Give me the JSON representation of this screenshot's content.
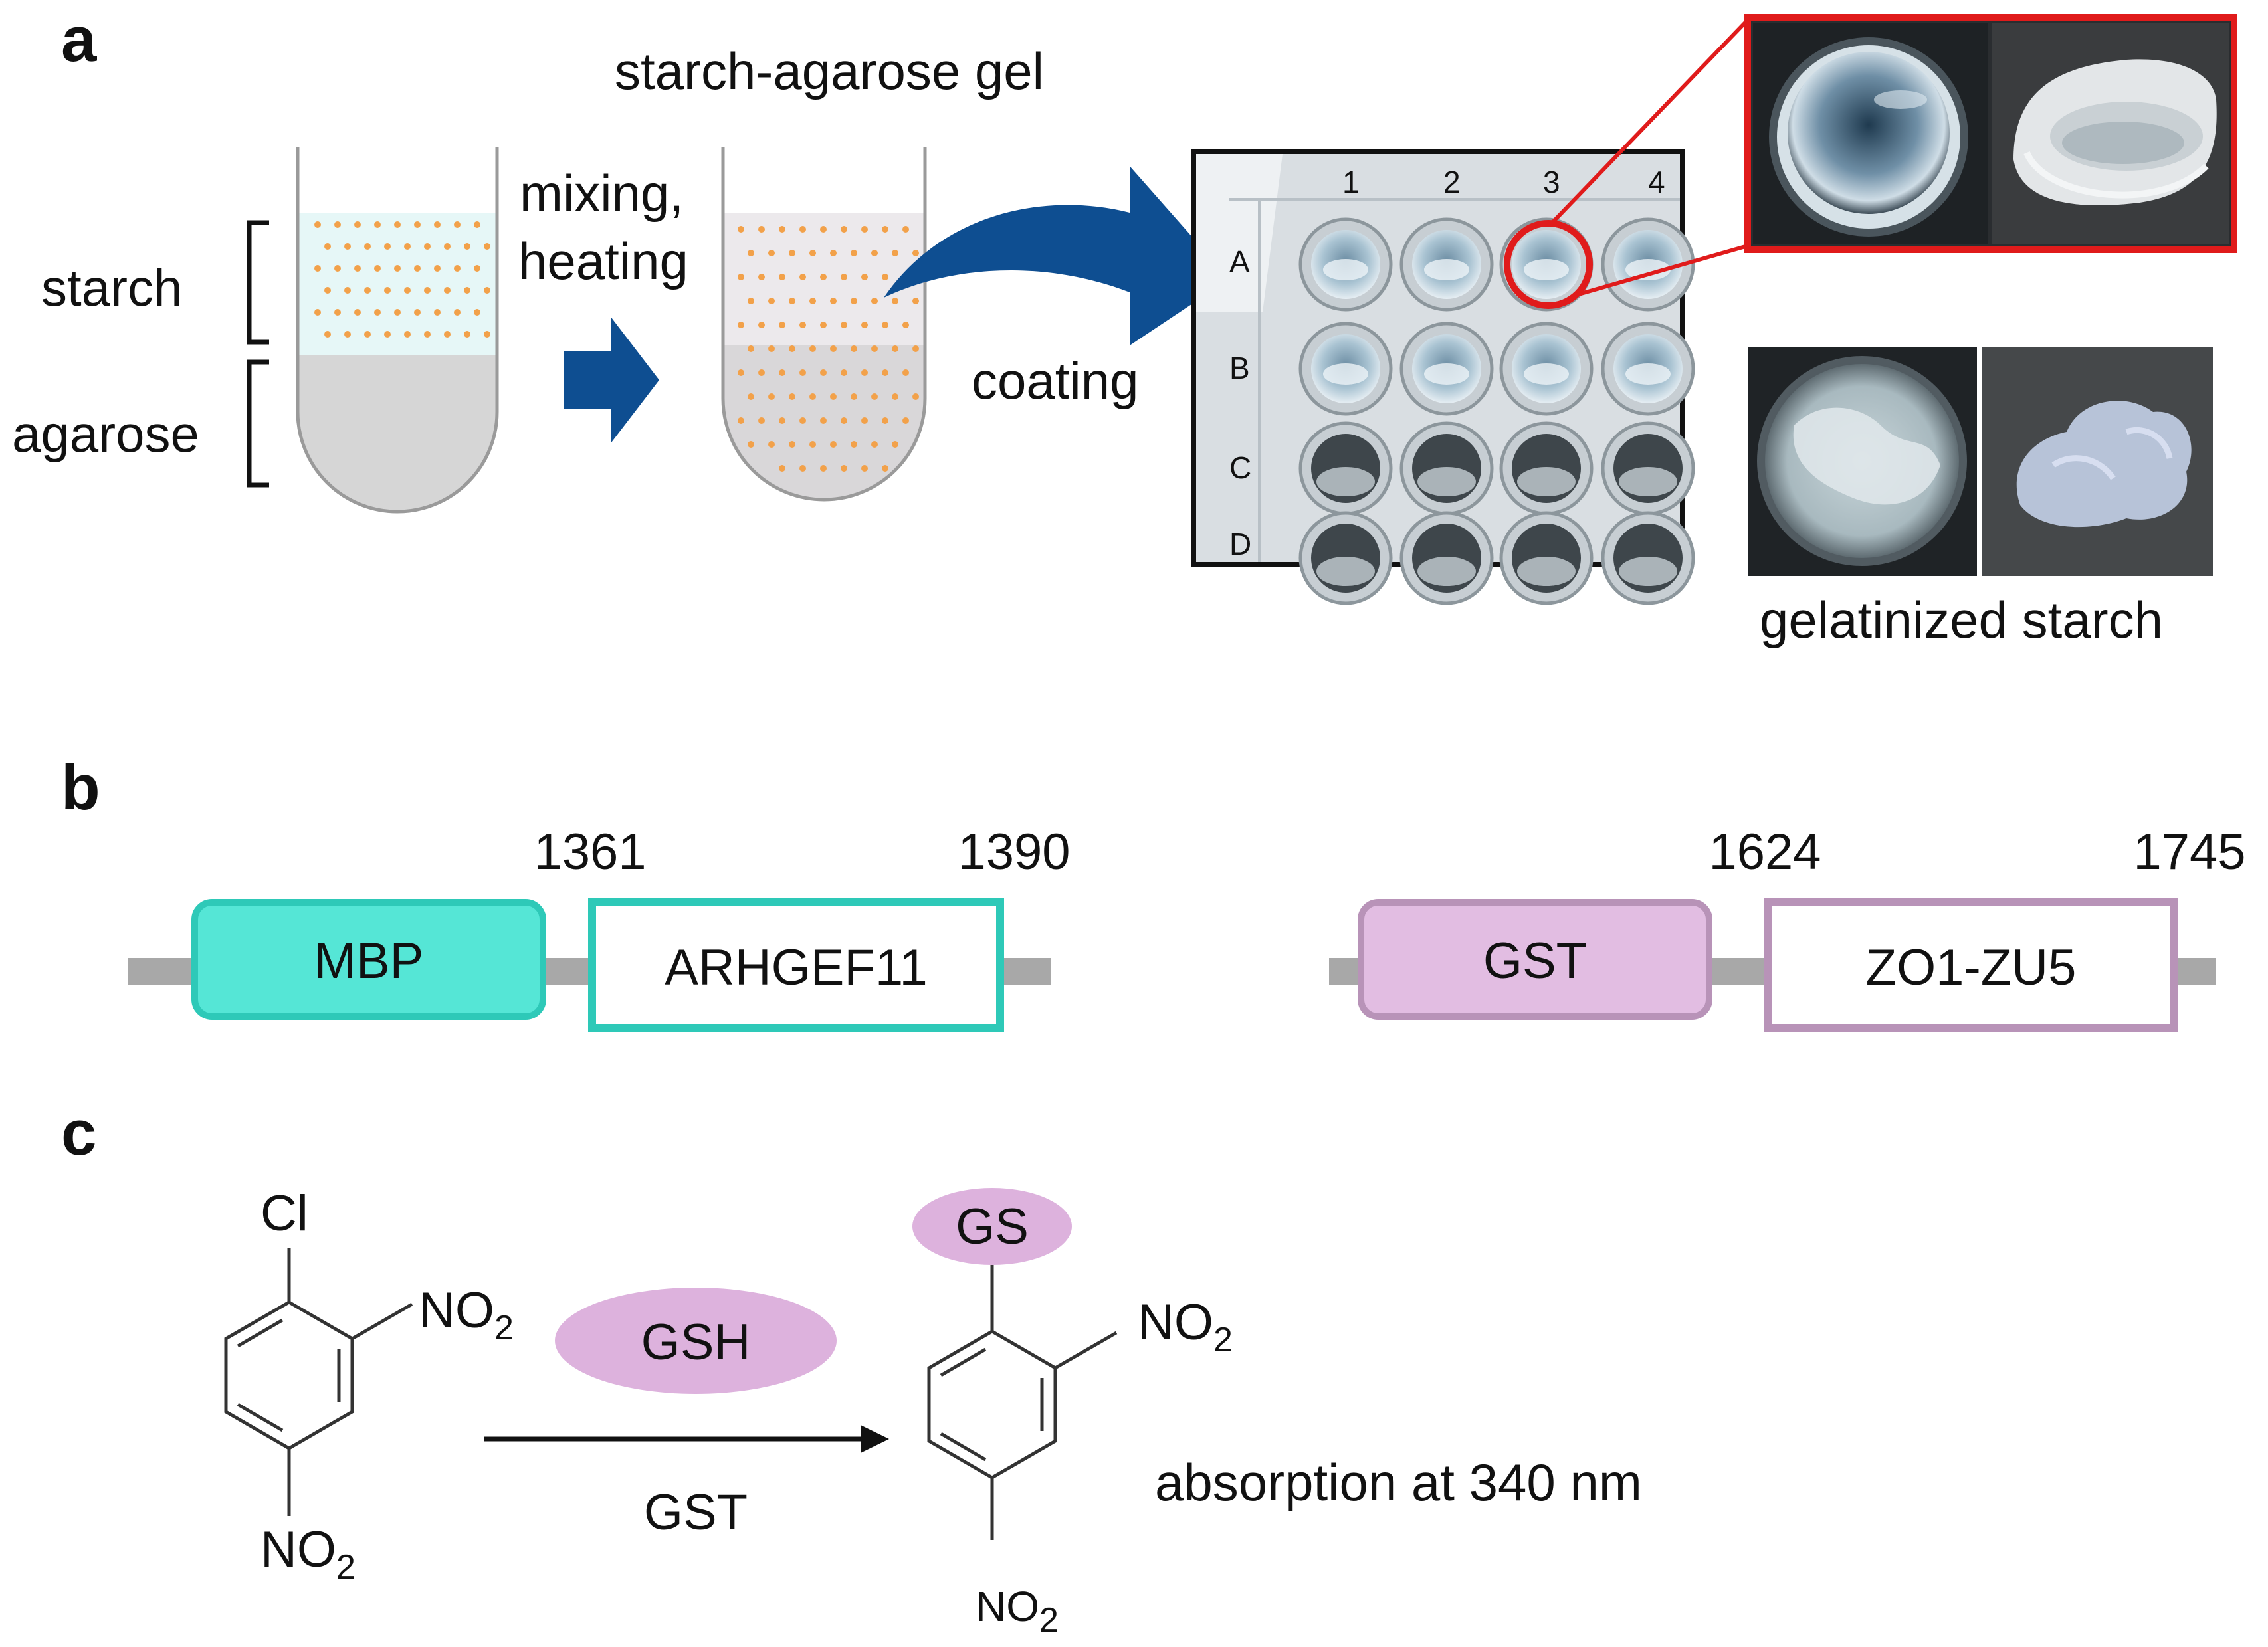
{
  "panel_a": {
    "label": "a",
    "starch_label": "starch",
    "agarose_label": "agarose",
    "mixing_label_1": "mixing,",
    "mixing_label_2": "heating",
    "gel_title": "starch-agarose gel",
    "coating_label": "coating",
    "plate_column_numbers": [
      "1",
      "2",
      "3",
      "4"
    ],
    "plate_row_letters": [
      "A",
      "B",
      "C",
      "D"
    ],
    "gelatinized_label": "gelatinized starch"
  },
  "panel_b": {
    "label": "b",
    "constructs": [
      {
        "tag": "MBP",
        "domain": "ARHGEF11",
        "start": "1361",
        "end": "1390",
        "color": "#2ec9b8",
        "fill": "#55e6d6"
      },
      {
        "tag": "GST",
        "domain": "ZO1-ZU5",
        "start": "1624",
        "end": "1745",
        "color": "#b893b8",
        "fill": "#e2bde2"
      }
    ]
  },
  "panel_c": {
    "label": "c",
    "reactant_substituents": {
      "top": "Cl",
      "ortho": "NO",
      "ortho_sub": "2",
      "para": "NO",
      "para_sub": "2"
    },
    "reagent": "GSH",
    "enzyme": "GST",
    "product_substituents": {
      "top": "GS",
      "ortho": "NO",
      "ortho_sub": "2",
      "para": "NO",
      "para_sub": "2"
    },
    "readout": "absorption at 340 nm",
    "bubble_color": "#ddb2dd"
  }
}
